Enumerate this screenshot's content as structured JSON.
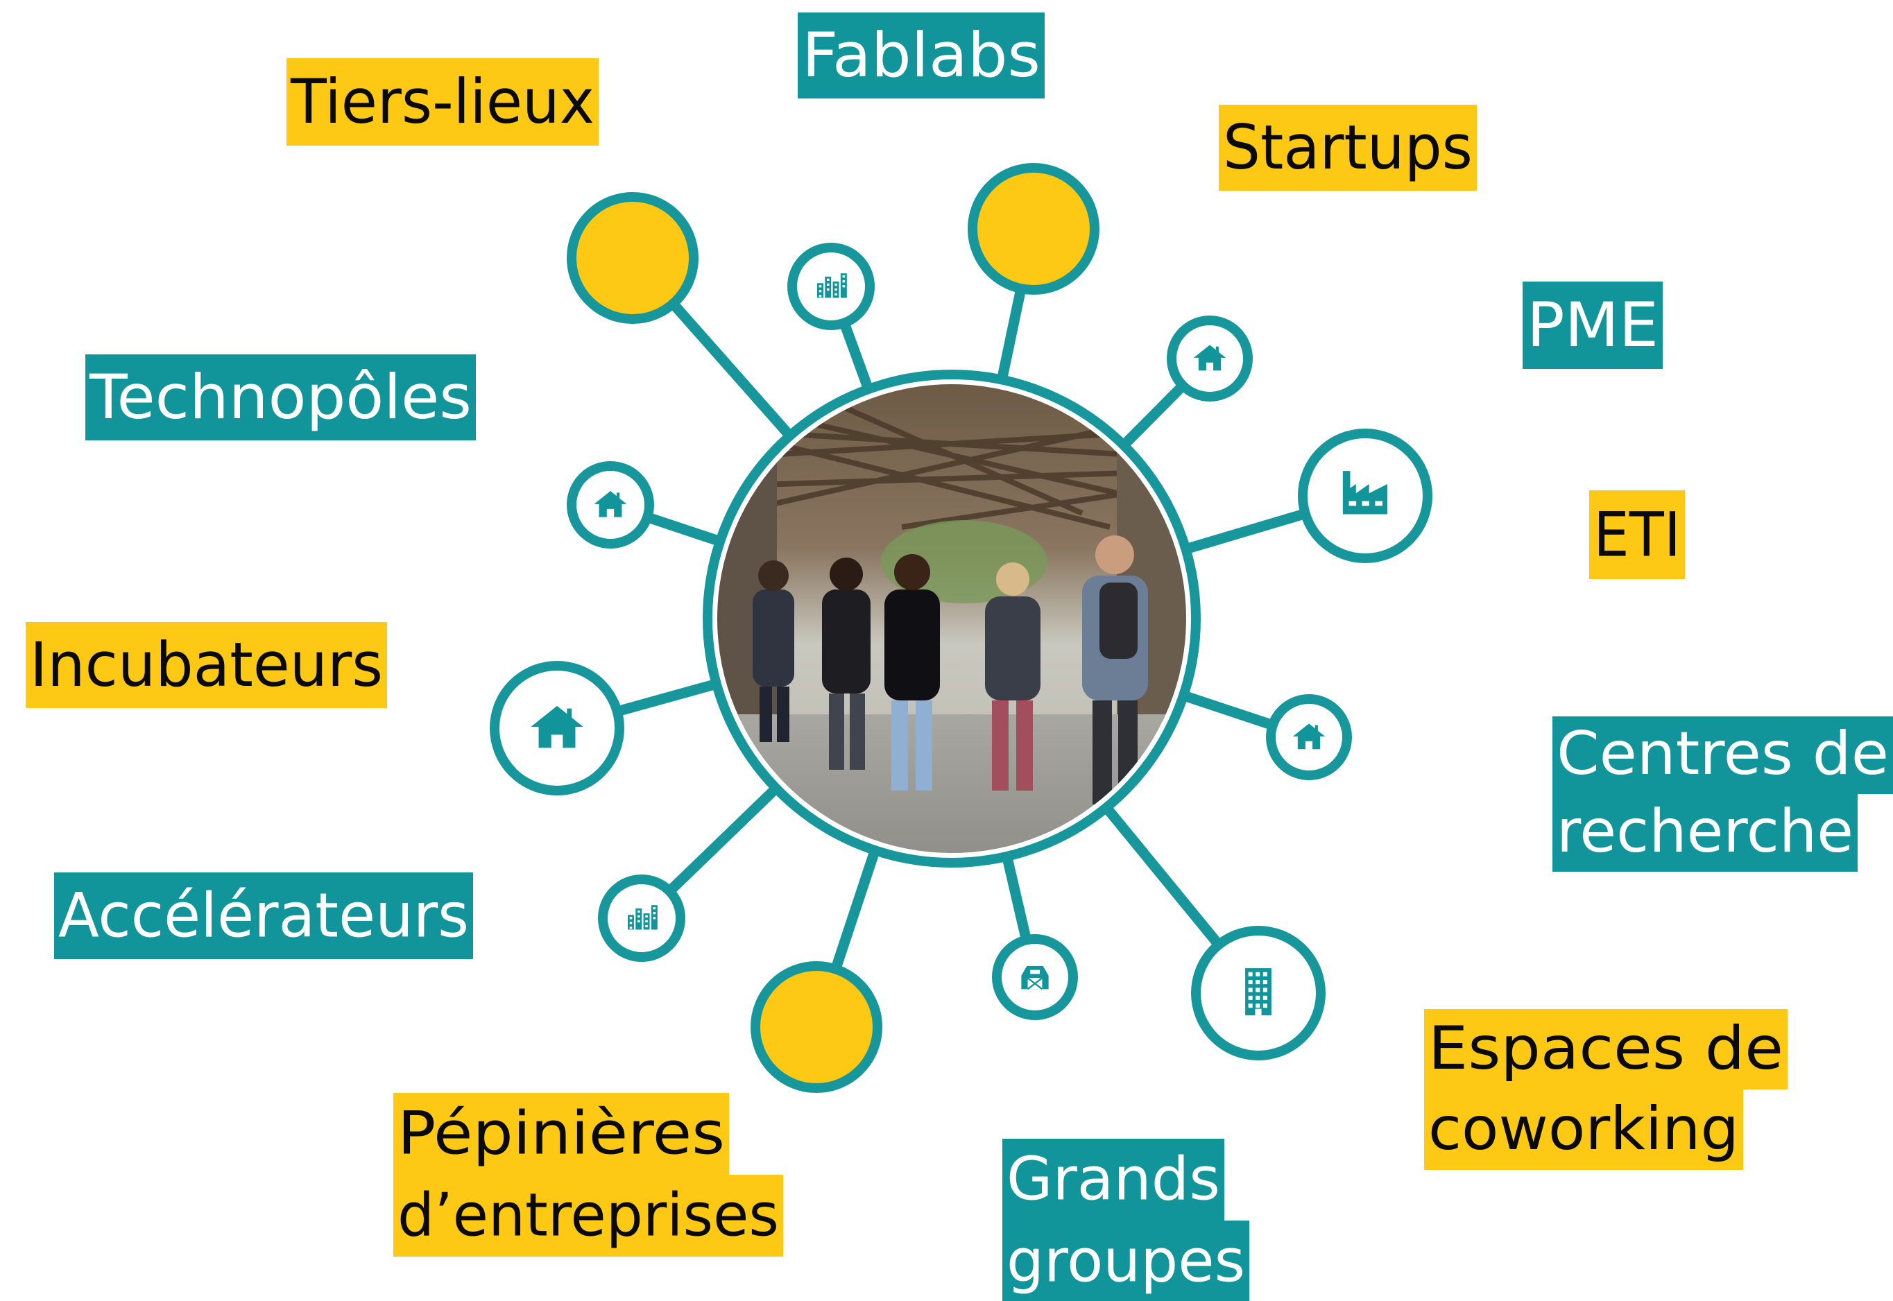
{
  "colors": {
    "teal": "#11959a",
    "yellow": "#fdc914",
    "black": "#0a0a0a",
    "white": "#ffffff",
    "teal_dark": "#17979c"
  },
  "labels": [
    {
      "id": "fablabs",
      "lines": [
        "Fablabs"
      ],
      "style": "teal"
    },
    {
      "id": "tiers-lieux",
      "lines": [
        "Tiers-lieux"
      ],
      "style": "yellow"
    },
    {
      "id": "startups",
      "lines": [
        "Startups"
      ],
      "style": "yellow"
    },
    {
      "id": "pme",
      "lines": [
        "PME"
      ],
      "style": "teal"
    },
    {
      "id": "technopoles",
      "lines": [
        "Technopôles"
      ],
      "style": "teal"
    },
    {
      "id": "eti",
      "lines": [
        "ETI"
      ],
      "style": "yellow"
    },
    {
      "id": "incubateurs",
      "lines": [
        "Incubateurs"
      ],
      "style": "yellow"
    },
    {
      "id": "centres-de-recherche",
      "lines": [
        "Centres de",
        "recherche"
      ],
      "style": "teal"
    },
    {
      "id": "accelerateurs",
      "lines": [
        "Accélérateurs"
      ],
      "style": "teal"
    },
    {
      "id": "espaces-de-coworking",
      "lines": [
        "Espaces de",
        "coworking"
      ],
      "style": "yellow"
    },
    {
      "id": "pepinieres-dentreprises",
      "lines": [
        "Pépinières",
        "d’entreprises"
      ],
      "style": "yellow"
    },
    {
      "id": "grands-groupes",
      "lines": [
        "Grands",
        "groupes"
      ],
      "style": "teal"
    }
  ],
  "nodes": [
    {
      "id": "node-yellow-top-left",
      "kind": "yellow",
      "icon": ""
    },
    {
      "id": "node-buildings-top",
      "kind": "ring",
      "icon": "city-buildings-icon"
    },
    {
      "id": "node-yellow-top",
      "kind": "yellow",
      "icon": ""
    },
    {
      "id": "node-house-top-right",
      "kind": "ring",
      "icon": "house-icon"
    },
    {
      "id": "node-factory-right",
      "kind": "ring",
      "icon": "factory-icon"
    },
    {
      "id": "node-house-right",
      "kind": "ring",
      "icon": "house-icon"
    },
    {
      "id": "node-office-bottom-right",
      "kind": "ring",
      "icon": "office-building-icon"
    },
    {
      "id": "node-barn-bottom",
      "kind": "ring",
      "icon": "barn-icon"
    },
    {
      "id": "node-yellow-bottom",
      "kind": "yellow",
      "icon": ""
    },
    {
      "id": "node-buildings-bottom-left",
      "kind": "ring",
      "icon": "city-buildings-icon"
    },
    {
      "id": "node-house-left-large",
      "kind": "ring",
      "icon": "house-icon"
    },
    {
      "id": "node-house-left-small",
      "kind": "ring",
      "icon": "house-icon"
    }
  ],
  "center": {
    "image": "students-walking-photo"
  }
}
